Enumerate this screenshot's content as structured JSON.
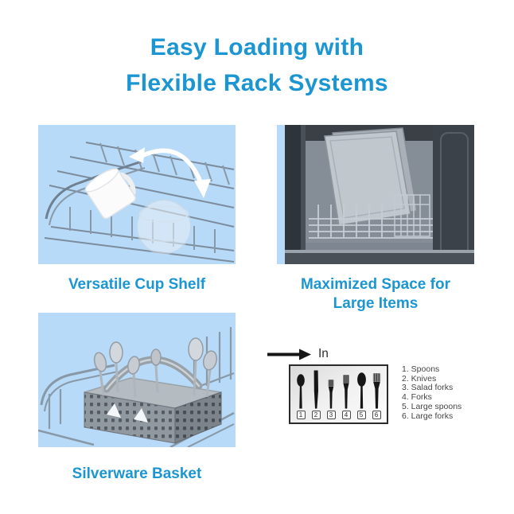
{
  "title": {
    "line1": "Easy Loading with",
    "line2": "Flexible Rack Systems"
  },
  "captions": {
    "cup_shelf": "Versatile Cup Shelf",
    "large_items": "Maximized Space for Large Items",
    "silverware": "Silverware Basket"
  },
  "diagram": {
    "direction_label": "In",
    "slot_numbers": [
      "1",
      "2",
      "3",
      "4",
      "5",
      "6"
    ],
    "slot_icons": [
      "spoon-icon",
      "knife-icon",
      "salad-fork-icon",
      "fork-icon",
      "large-spoon-icon",
      "large-fork-icon"
    ],
    "legend": [
      "1. Spoons",
      "2. Knives",
      "3. Salad forks",
      "4. Forks",
      "5. Large spoons",
      "6. Large forks"
    ]
  },
  "colors": {
    "accent_blue": "#1B96D2",
    "tile_background": "#B7DAF8",
    "diagram_ink": "#1E1E1E",
    "legend_text": "#454545"
  }
}
